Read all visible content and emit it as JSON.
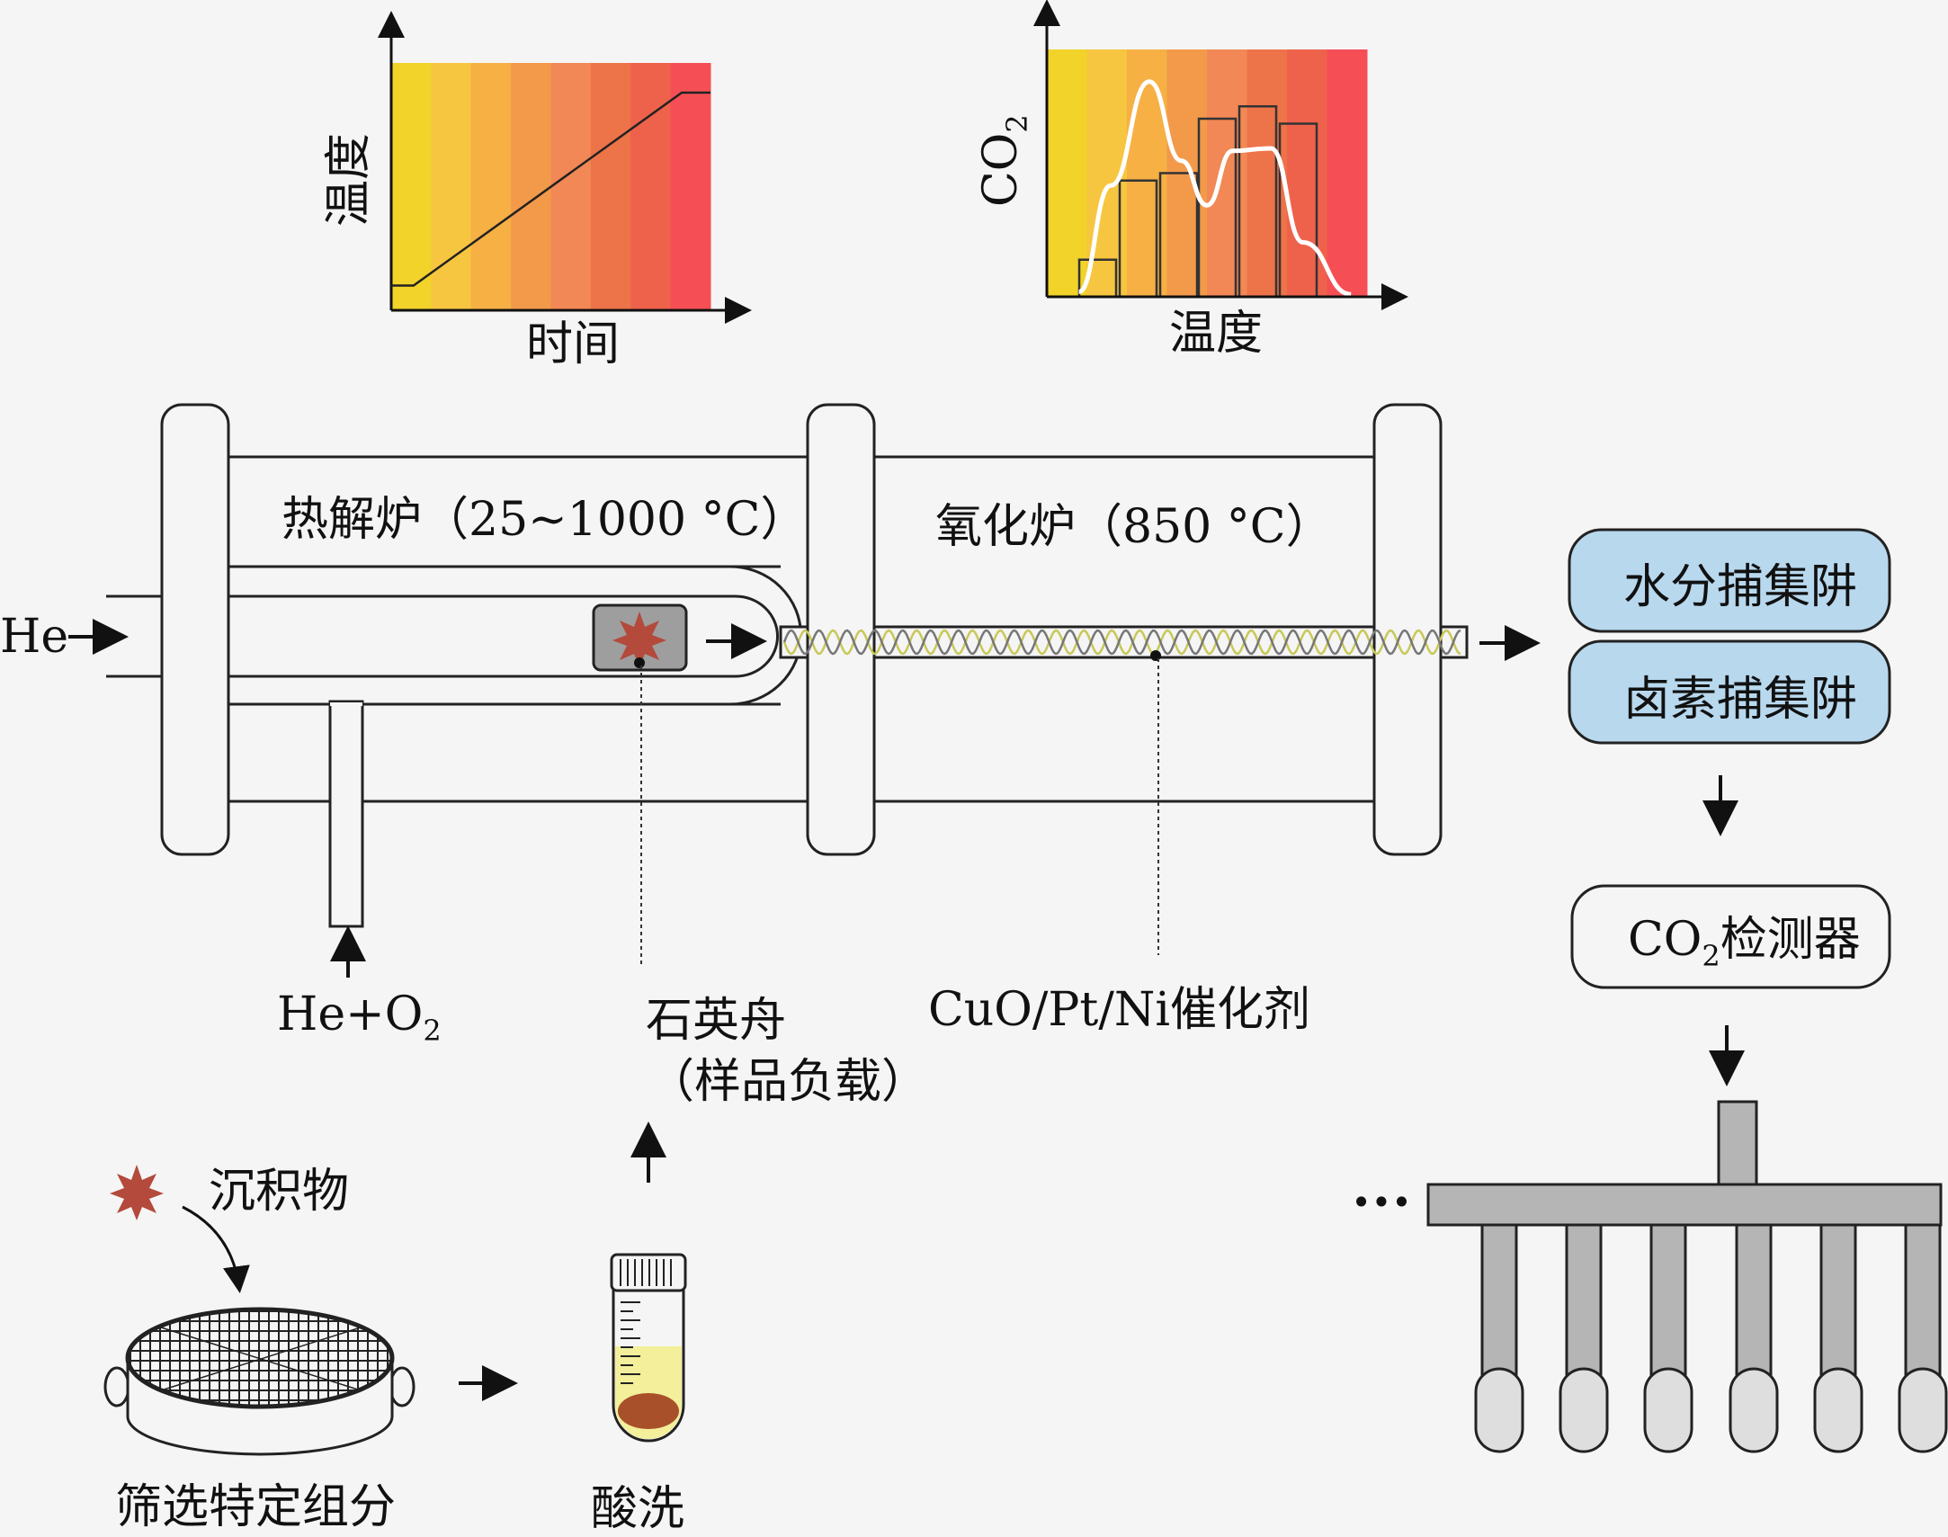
{
  "chart1": {
    "ylabel": "温度",
    "xlabel": "时间"
  },
  "chart2": {
    "ylabel_main": "CO",
    "ylabel_sub": "2",
    "xlabel": "温度"
  },
  "pyrolysis_label": "热解炉（25~1000 °C）",
  "oxidation_label": "氧化炉（850 °C）",
  "he_label": "He",
  "heo2_label": {
    "main": "He+O",
    "sub": "2"
  },
  "boat_label": {
    "line1": "石英舟",
    "line2": "（样品负载）"
  },
  "catalyst_label": "CuO/Pt/Ni催化剂",
  "water_trap": "水分捕集阱",
  "halogen_trap": "卤素捕集阱",
  "detector": {
    "main": "CO",
    "sub": "2",
    "rest": "检测器"
  },
  "sediment_label": "沉积物",
  "sieve_label": "筛选特定组分",
  "acid_label": "酸洗",
  "ellipsis": "•••",
  "chart_data": [
    {
      "type": "line",
      "ylabel": "温度",
      "xlabel": "时间",
      "series": [
        {
          "x": [
            0,
            0.07,
            0.91,
            1.0
          ],
          "y": [
            0.1,
            0.1,
            0.88,
            0.88
          ]
        }
      ]
    },
    {
      "type": "bar",
      "ylabel": "CO2",
      "xlabel": "温度",
      "values": [
        0.15,
        0.47,
        0.5,
        0.72,
        0.77,
        0.7
      ],
      "curve": {
        "x": [
          0.1,
          0.2,
          0.32,
          0.42,
          0.5,
          0.58,
          0.7,
          0.8,
          0.95
        ],
        "y": [
          0.02,
          0.45,
          0.87,
          0.55,
          0.37,
          0.59,
          0.6,
          0.22,
          0.01
        ]
      }
    }
  ]
}
